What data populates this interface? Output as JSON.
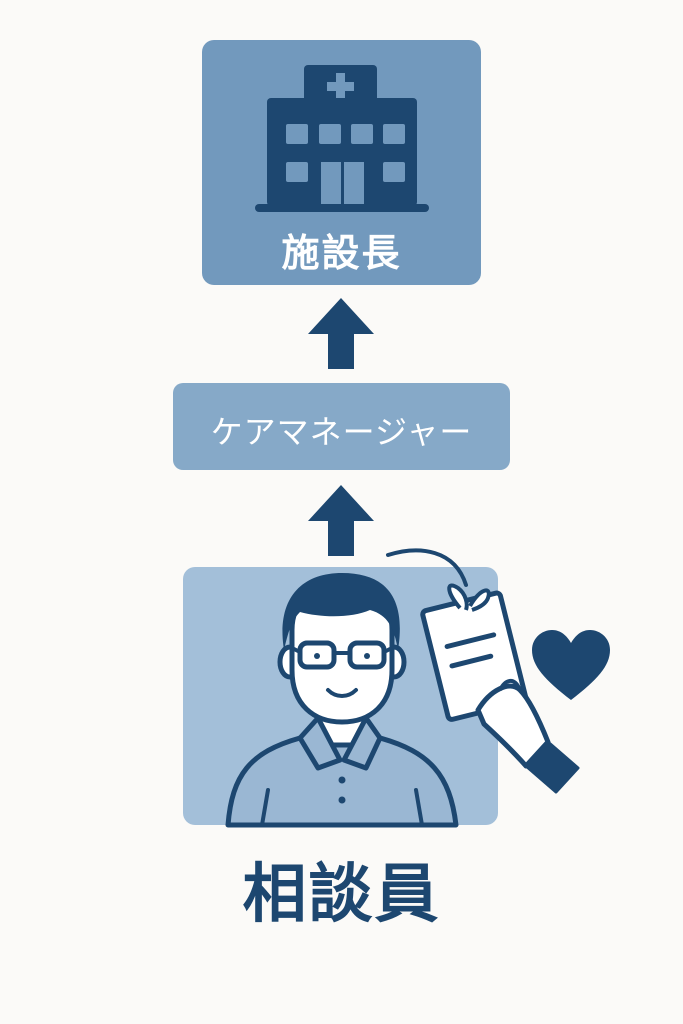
{
  "diagram": {
    "facility_director": {
      "label": "施設長",
      "icon": "hospital-building-icon"
    },
    "care_manager": {
      "label": "ケアマネージャー"
    },
    "counselor": {
      "label": "相談員",
      "icon": "man-with-glasses-icon"
    },
    "gift": {
      "icon": "gift-card-in-hand-icon"
    },
    "heart": {
      "icon": "heart-icon"
    },
    "colors": {
      "dark_navy": "#1d4770",
      "facility_box": "#7299bd",
      "care_box": "#86a9c8",
      "staff_box": "#a3bfd9",
      "background": "#fbfaf8"
    }
  }
}
